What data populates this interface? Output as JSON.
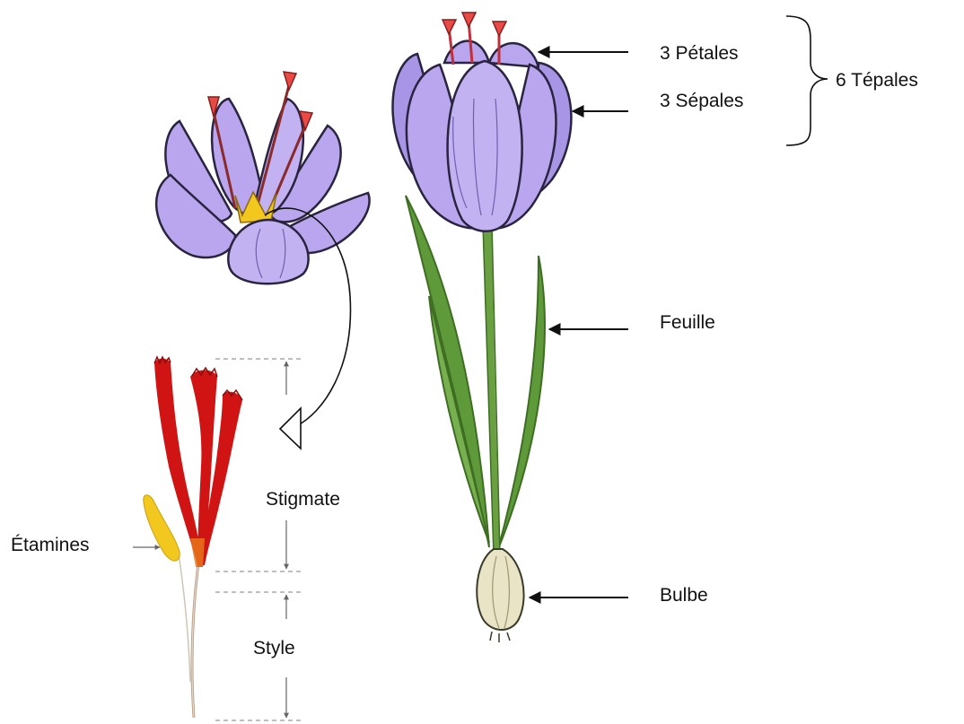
{
  "labels": {
    "petals": "3 Pétales",
    "sepals": "3 Sépales",
    "tepals": "6 Tépales",
    "leaf": "Feuille",
    "bulb": "Bulbe",
    "stigma": "Stigmate",
    "style": "Style",
    "stamens": "Étamines"
  },
  "colors": {
    "petal": "#b9a6ee",
    "petal_light": "#d3c6f6",
    "petal_outline": "#2a2440",
    "stigma": "#d01414",
    "stamen": "#f2c81e",
    "leaf": "#5f9a3a",
    "leaf_dark": "#3d6e22",
    "stem": "#6aa042",
    "bulb": "#e9e4c6",
    "arrow": "#111111"
  }
}
